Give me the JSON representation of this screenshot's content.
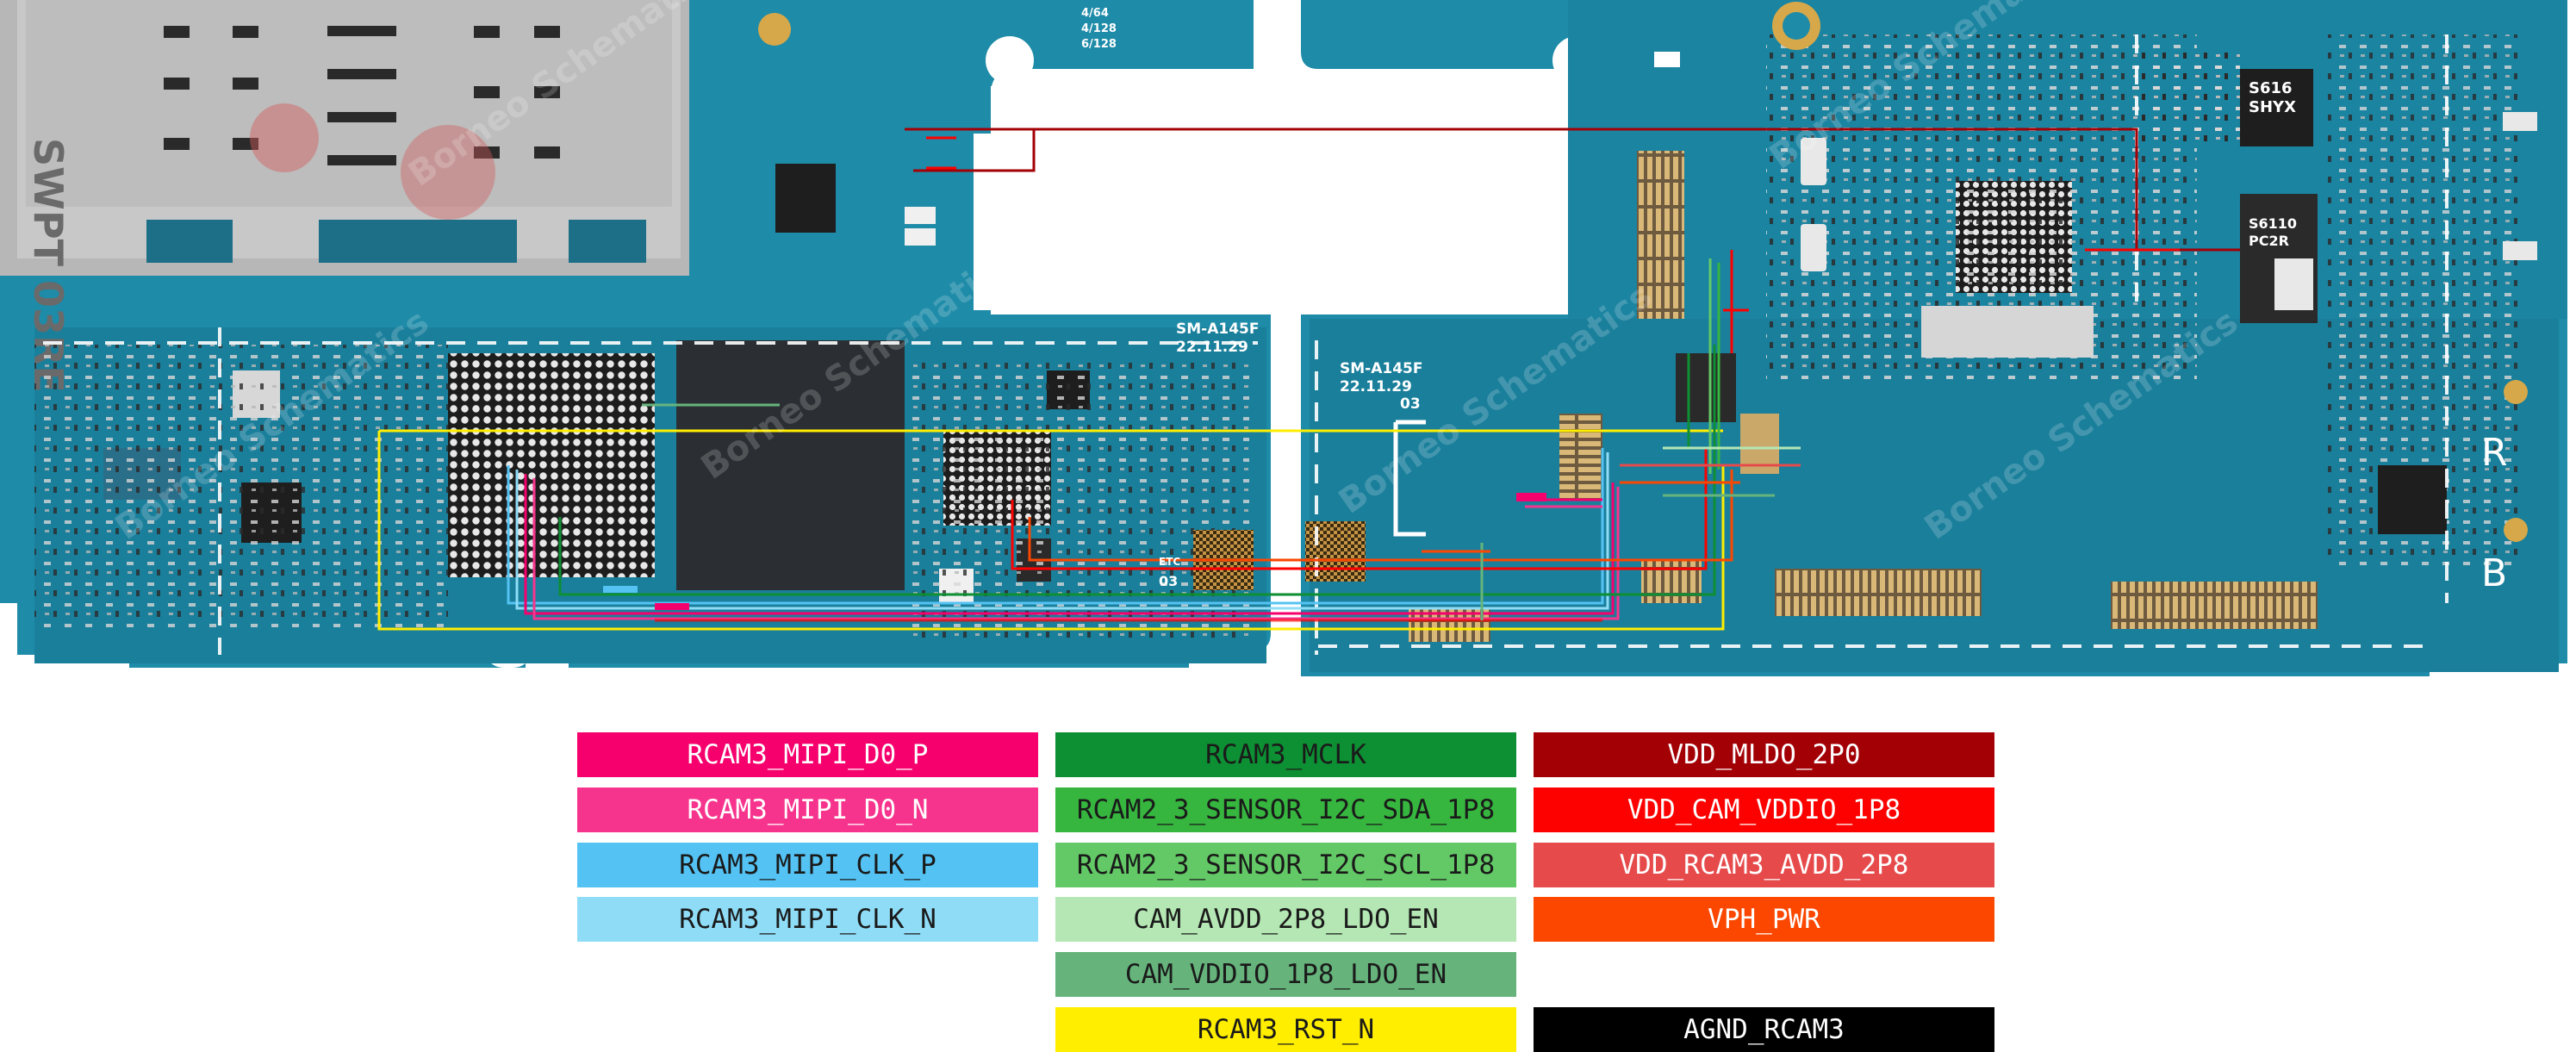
{
  "board": {
    "left_marking": [
      "SM-A145F",
      "22.11.29"
    ],
    "right_marking": [
      "SM-A145F",
      "22.11.29",
      "03"
    ],
    "memory_marks": [
      "4/64",
      "4/128",
      "6/128"
    ],
    "small_marks": [
      "ETC",
      "03"
    ],
    "sim_tray_text": "SWPT 03RE",
    "ic_marks": [
      "S616",
      "SHYX",
      "S6110",
      "PC2R"
    ],
    "side_letters": [
      "R",
      "B"
    ],
    "watermark": "Borneo Schematics"
  },
  "legend": {
    "col1": [
      {
        "label": "RCAM3_MIPI_D0_P",
        "color": "#f6006e"
      },
      {
        "label": "RCAM3_MIPI_D0_N",
        "color": "#f7348d"
      },
      {
        "label": "RCAM3_MIPI_CLK_P",
        "color": "#54c3f4"
      },
      {
        "label": "RCAM3_MIPI_CLK_N",
        "color": "#8fdcf7"
      }
    ],
    "col2": [
      {
        "label": "RCAM3_MCLK",
        "color": "#0d8f33"
      },
      {
        "label": "RCAM2_3_SENSOR_I2C_SDA_1P8",
        "color": "#36b53f"
      },
      {
        "label": "RCAM2_3_SENSOR_I2C_SCL_1P8",
        "color": "#63c966"
      },
      {
        "label": "CAM_AVDD_2P8_LDO_EN",
        "color": "#b4e7b4"
      },
      {
        "label": "CAM_VDDIO_1P8_LDO_EN",
        "color": "#66b47c"
      },
      {
        "label": "RCAM3_RST_N",
        "color": "#ffee00"
      }
    ],
    "col3": [
      {
        "label": "VDD_MLDO_2P0",
        "color": "#a30006"
      },
      {
        "label": "VDD_CAM_VDDIO_1P8",
        "color": "#fc0100"
      },
      {
        "label": "VDD_RCAM3_AVDD_2P8",
        "color": "#e64a4b"
      },
      {
        "label": "VPH_PWR",
        "color": "#fb4700"
      },
      {
        "label": "AGND_RCAM3",
        "color": "#000000"
      }
    ]
  }
}
